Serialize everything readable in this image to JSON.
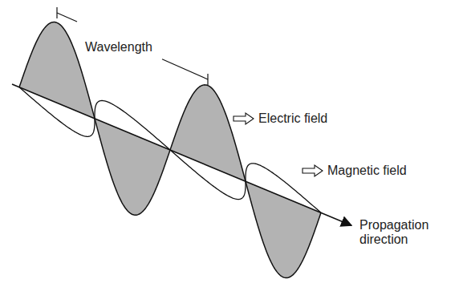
{
  "diagram": {
    "labels": [
      "Wavelength",
      "Electric field",
      "Magnetic field",
      "Propagation direction"
    ]
  }
}
